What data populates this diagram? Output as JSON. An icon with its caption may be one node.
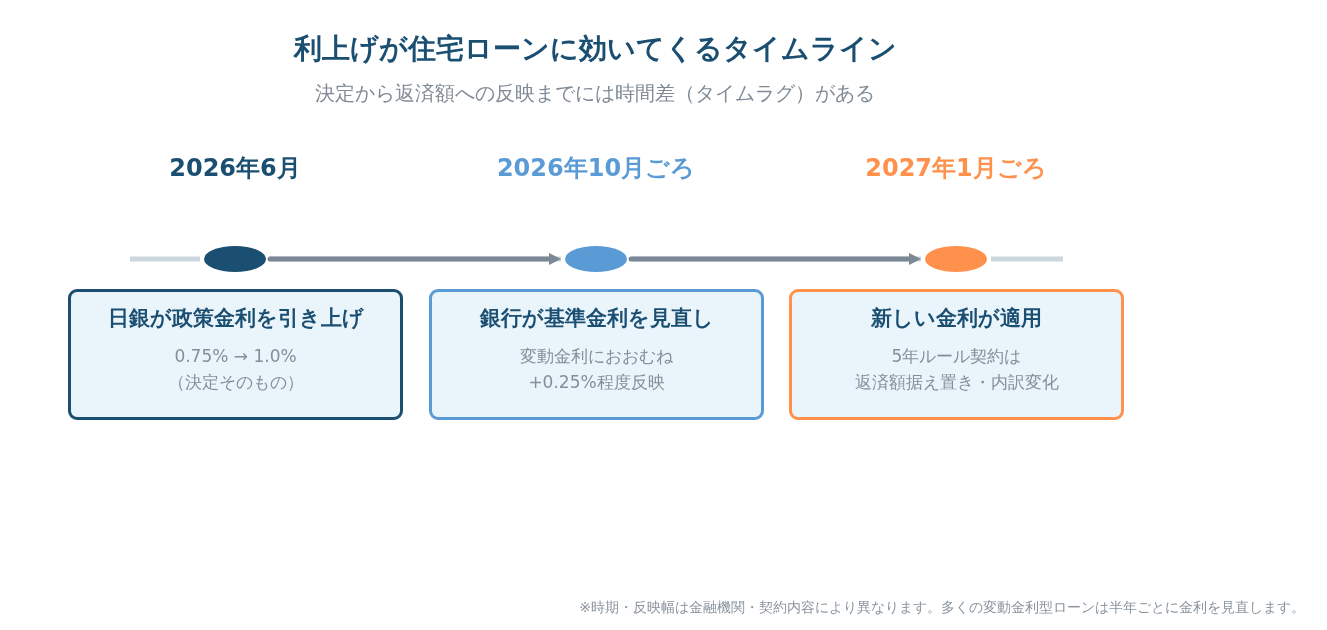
{
  "diagram": {
    "title": "利上げが住宅ローンに効いてくるタイムライン",
    "nodes": [
      {
        "text": [],
        "shape": "circle",
        "beside": [
          "2026年6月"
        ]
      },
      {
        "text": [],
        "shape": "circle",
        "beside": [
          "2026年10月ごろ"
        ]
      },
      {
        "text": [],
        "shape": "circle",
        "beside": [
          "2027年1月ごろ"
        ]
      },
      {
        "text": [
          "日銀が政策金利を引き上げ",
          "0.75% → 1.0%（決定そのもの）"
        ]
      },
      {
        "text": [
          "銀行が基準金利を見直し",
          "変動金利におおむね+0.25%程度反映"
        ]
      },
      {
        "text": [
          "新しい金利が適用",
          "5年ルール契約は返済額据え置き・内訳変化"
        ]
      }
    ],
    "edges": [
      {
        "from": 0,
        "to": 1,
        "arrow": "to"
      },
      {
        "from": 1,
        "to": 2,
        "arrow": "to"
      }
    ],
    "labels": [
      "決定から返済額への反映までには時間差（タイムラグ）がある",
      "※時期・反映幅は金融機関・契約内容により異なります。多くの変動金利型ローンは半年ごとに金利を見直します。"
    ]
  }
}
